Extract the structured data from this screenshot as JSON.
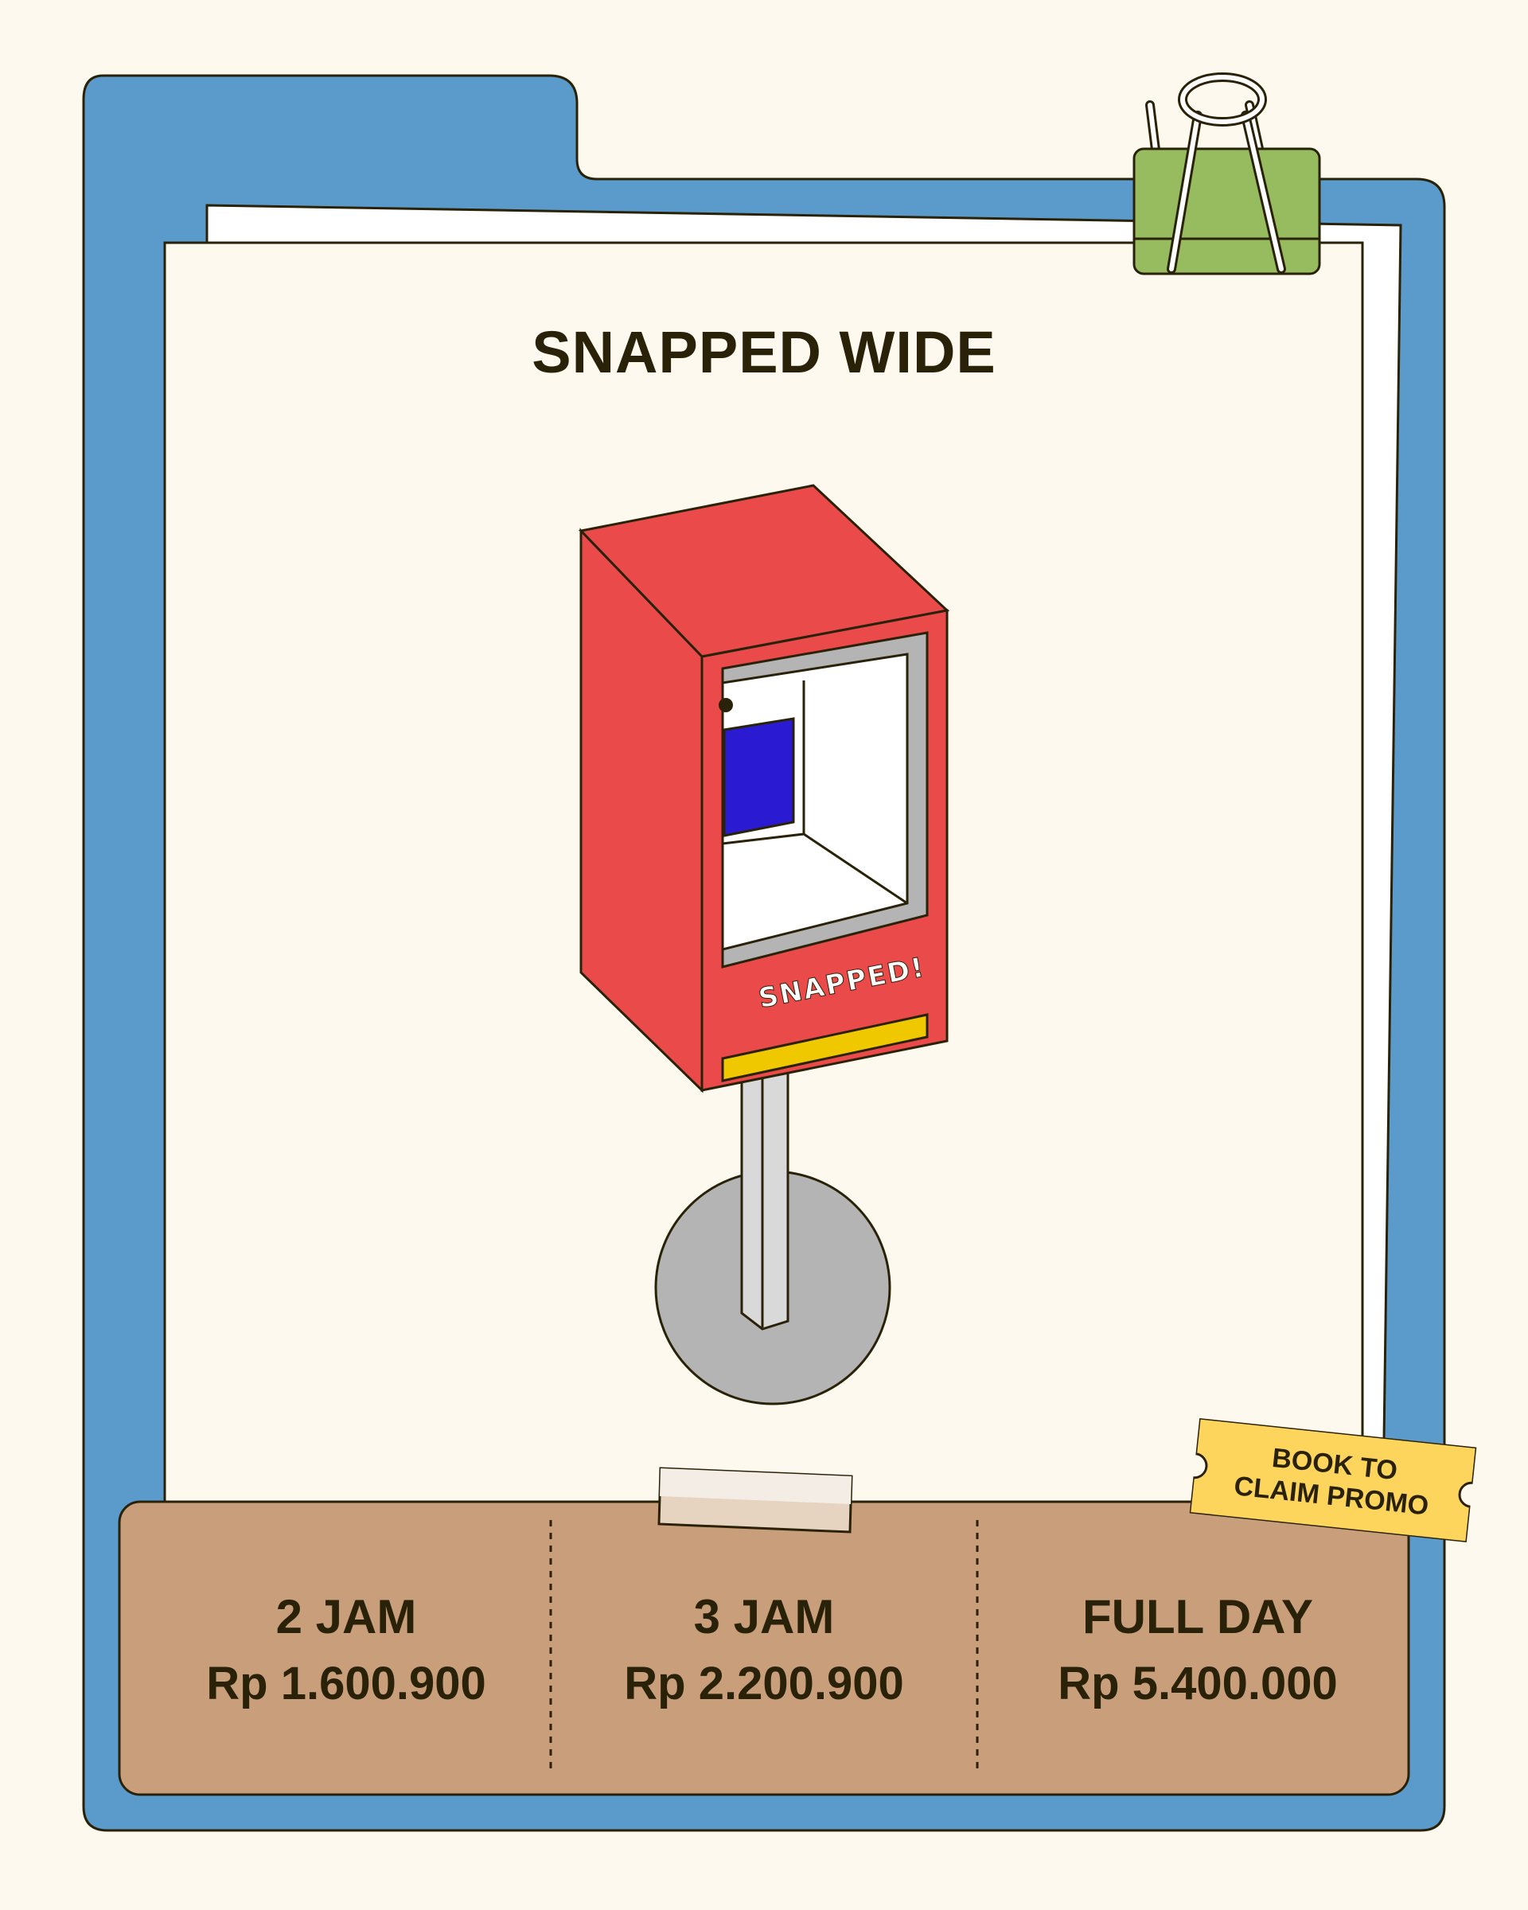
{
  "title": "SNAPPED WIDE",
  "booth_logo_text": "SNAPPED!",
  "promo_ticket": {
    "line1": "BOOK TO",
    "line2": "CLAIM PROMO"
  },
  "pricing": [
    {
      "label": "2 JAM",
      "price": "Rp 1.600.900"
    },
    {
      "label": "3 JAM",
      "price": "Rp 2.200.900"
    },
    {
      "label": "FULL DAY",
      "price": "Rp 5.400.000"
    }
  ],
  "colors": {
    "background": "#fdf9ee",
    "folder": "#5a9bcc",
    "paper": "#fdf9ee",
    "booth_red": "#ea4a4a",
    "screen_blue": "#2a1ad2",
    "accent_yellow": "#f0c800",
    "clip_green": "#97bb5f",
    "price_panel": "#c99e7b",
    "ticket_yellow": "#fdd45c",
    "text_dark": "#2a2208"
  },
  "icons": [
    "binder-clip-icon",
    "tape-icon",
    "photo-booth-illustration"
  ]
}
